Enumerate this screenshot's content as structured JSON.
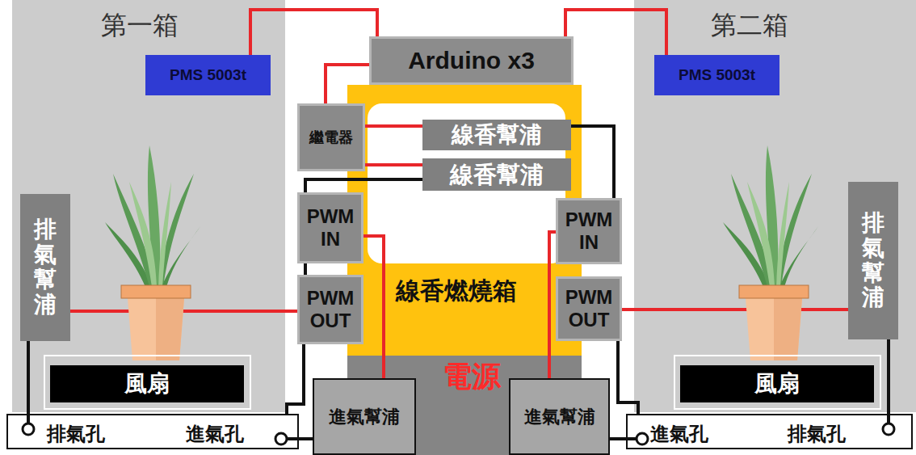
{
  "diagram": {
    "nodes": [
      {
        "text": [
          "第一箱"
        ]
      },
      {
        "text": [
          "PMS 5003t"
        ],
        "in": 0
      },
      {
        "text": [
          "排氣幫浦"
        ],
        "in": 0
      },
      {
        "text": [
          "風扇"
        ],
        "in": 0
      },
      {
        "text": [
          "Arduino x3"
        ]
      },
      {
        "text": [
          "線香燃燒箱"
        ]
      },
      {
        "text": [
          "繼電器"
        ]
      },
      {
        "text": [
          "線香幫浦"
        ],
        "in": 5
      },
      {
        "text": [
          "線香幫浦"
        ],
        "in": 5
      },
      {
        "text": [
          "PWM IN"
        ]
      },
      {
        "text": [
          "PWM OUT"
        ]
      },
      {
        "text": [
          "PWM IN"
        ]
      },
      {
        "text": [
          "PWM OUT"
        ]
      },
      {
        "text": [
          "電源"
        ]
      },
      {
        "text": [
          "進氣幫浦"
        ]
      },
      {
        "text": [
          "進氣幫浦"
        ]
      },
      {
        "text": [
          "第二箱"
        ]
      },
      {
        "text": [
          "PMS 5003t"
        ],
        "in": 16
      },
      {
        "text": [
          "排氣幫浦"
        ],
        "in": 16
      },
      {
        "text": [
          "風扇"
        ],
        "in": 16
      },
      {
        "text": [
          "排氣孔",
          "進氣孔"
        ]
      },
      {
        "text": [
          "進氣孔",
          "排氣孔"
        ]
      }
    ],
    "edges": [
      {
        "from": 1,
        "to": 4,
        "arrow": "none"
      },
      {
        "from": 4,
        "to": 17,
        "arrow": "none"
      },
      {
        "from": 4,
        "to": 6,
        "arrow": "none"
      },
      {
        "from": 6,
        "to": 7,
        "arrow": "none"
      },
      {
        "from": 6,
        "to": 8,
        "arrow": "none"
      },
      {
        "from": 8,
        "to": 9,
        "arrow": "none"
      },
      {
        "from": 7,
        "to": 11,
        "arrow": "none"
      },
      {
        "from": 9,
        "to": 10,
        "arrow": "none"
      },
      {
        "from": 9,
        "to": 14,
        "arrow": "none"
      },
      {
        "from": 11,
        "to": 15,
        "arrow": "none"
      },
      {
        "from": 2,
        "to": 10,
        "arrow": "none"
      },
      {
        "from": 12,
        "to": 18,
        "arrow": "none"
      },
      {
        "from": 10,
        "to": 20,
        "arrow": "none"
      },
      {
        "from": 12,
        "to": 21,
        "arrow": "none"
      },
      {
        "from": 21,
        "to": 15,
        "arrow": "none"
      },
      {
        "from": 20,
        "to": 14,
        "arrow": "none"
      },
      {
        "from": 2,
        "to": 20,
        "arrow": "none"
      },
      {
        "from": 18,
        "to": 21,
        "arrow": "none"
      }
    ]
  }
}
